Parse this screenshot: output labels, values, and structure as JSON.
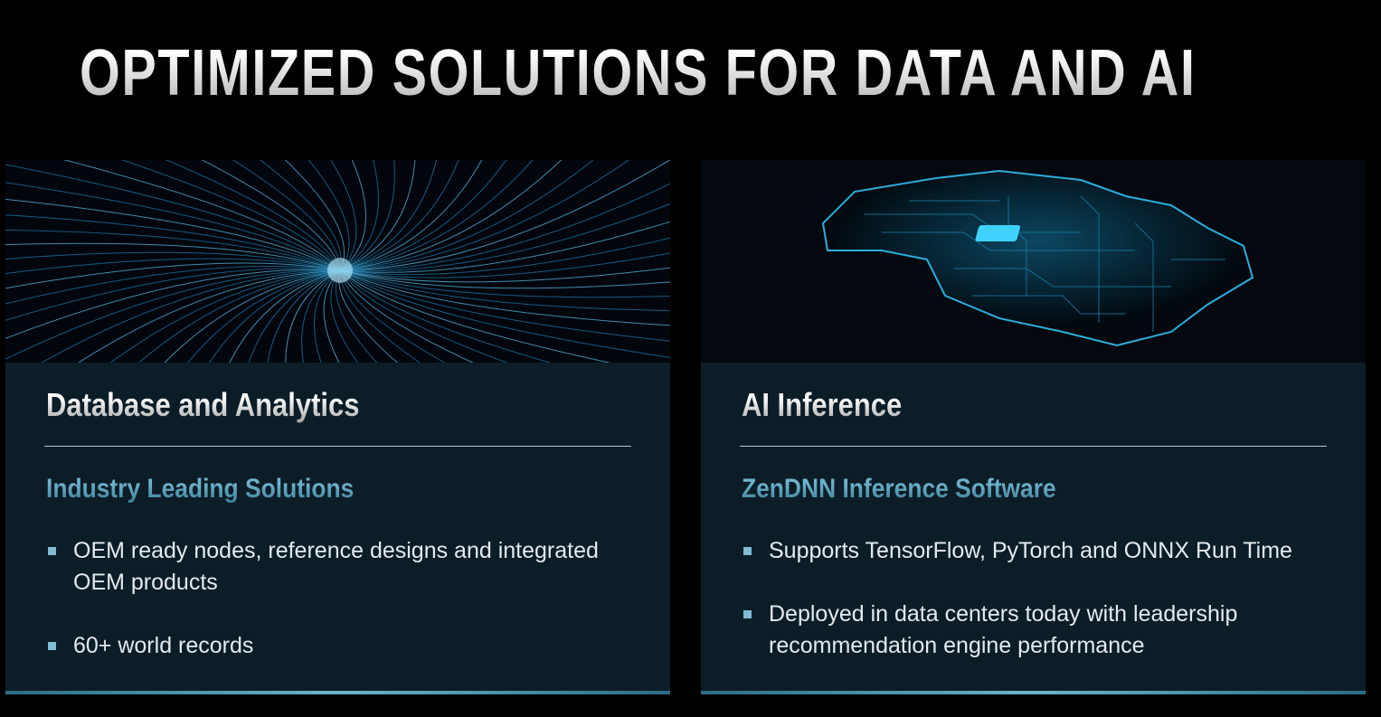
{
  "title": "OPTIMIZED SOLUTIONS FOR DATA AND AI",
  "panels": [
    {
      "image": "data-streams-image",
      "heading": "Database and Analytics",
      "subheading": "Industry Leading Solutions",
      "bullets": [
        "OEM ready nodes, reference designs and integrated OEM products",
        "60+ world records"
      ]
    },
    {
      "image": "circuit-brain-image",
      "heading": "AI Inference",
      "subheading": "ZenDNN Inference Software",
      "bullets": [
        "Supports TensorFlow, PyTorch and ONNX Run Time",
        "Deployed in data centers today with leadership recommendation engine performance"
      ]
    }
  ],
  "colors": {
    "accent": "#6fb3cc",
    "panel": "#0c1d28",
    "bullet": "#7fbcd2"
  }
}
